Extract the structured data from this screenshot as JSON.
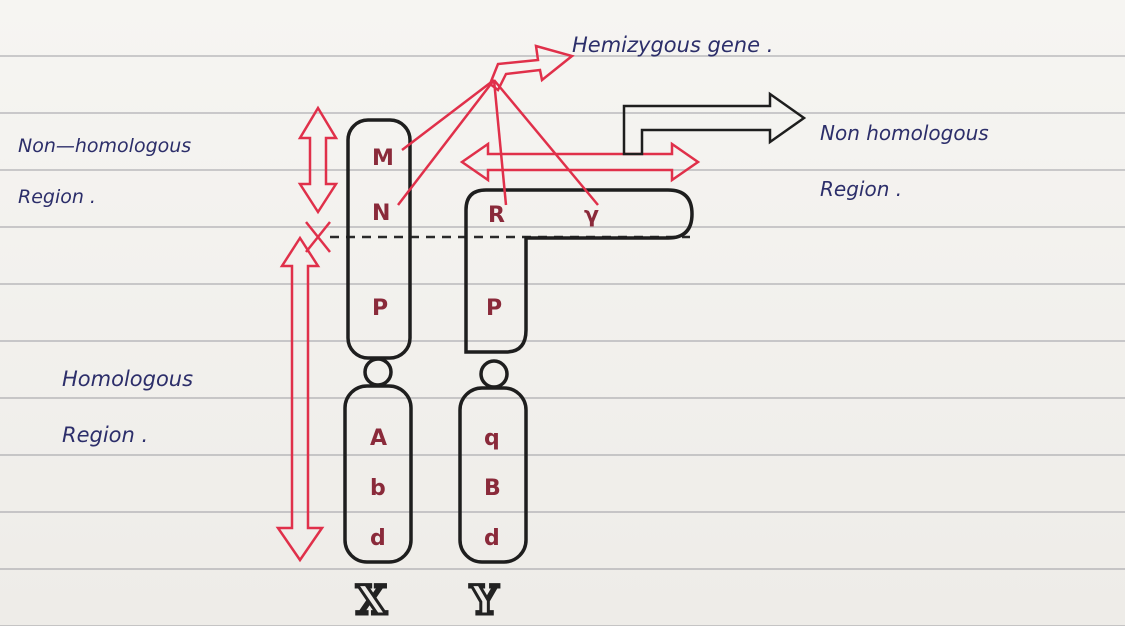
{
  "labels": {
    "hemizygous": "Hemizygous gene .",
    "non_homologous_left": "Non—homologous",
    "region_left": "Region .",
    "non_homologous_right": "Non homologous",
    "region_right": "Region .",
    "homologous": "Homologous",
    "region_homologous": "Region ."
  },
  "x_chromosome": {
    "name": "X",
    "genes": [
      "M",
      "N",
      "P",
      "A",
      "b",
      "d"
    ]
  },
  "y_chromosome": {
    "name": "Y",
    "genes": [
      "R",
      "γ",
      "P",
      "q",
      "B",
      "d"
    ]
  },
  "colors": {
    "ink": "#2c2e6a",
    "red": "#e0304a",
    "outline": "#1e1e1e"
  }
}
